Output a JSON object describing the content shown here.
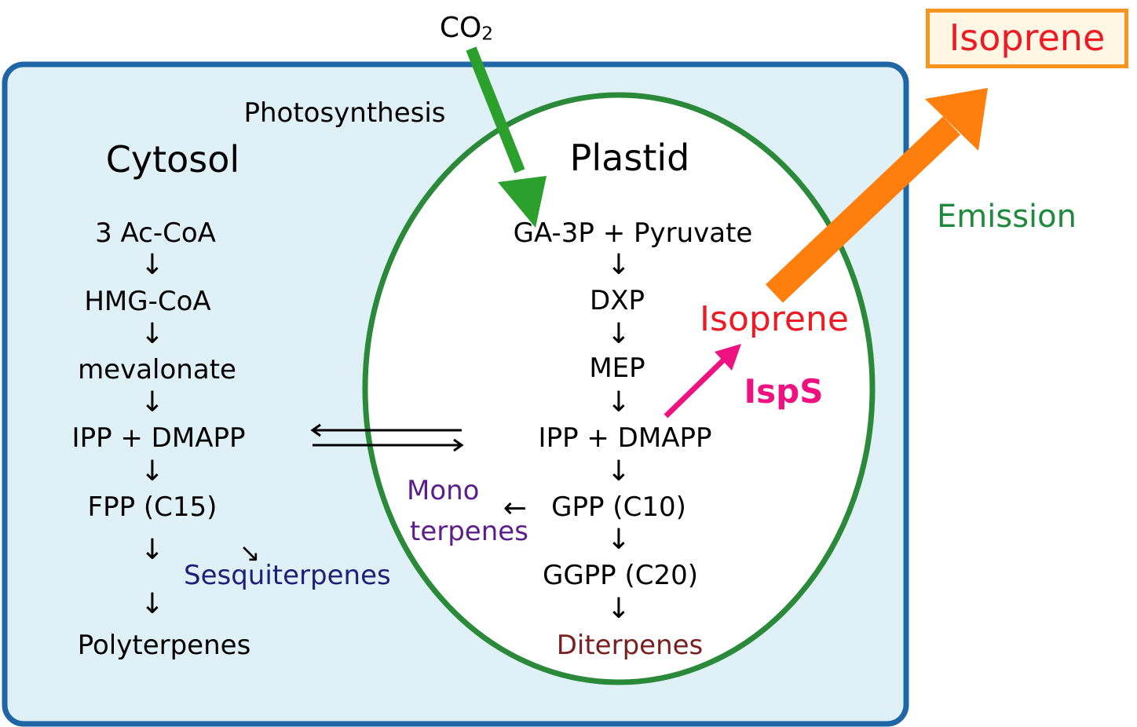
{
  "colors": {
    "cell_fill": "#dff0f7",
    "cell_border": "#1f66a6",
    "plastid_border": "#2a8a3a",
    "co2_arrow": "#2ca02c",
    "emission_arrow": "#ff7f0e",
    "isps_arrow": "#ee1180",
    "isoprene_text": "#ed1c24",
    "isps_text": "#ee1180",
    "emission_text": "#1e8a3c",
    "sesquiterpenes_text": "#1f1f7a",
    "monoterpenes_text": "#5a1e8a",
    "diterpenes_text": "#7a1e1e"
  },
  "labels": {
    "co2_main": "CO",
    "co2_sub": "2",
    "photosynthesis": "Photosynthesis",
    "cytosol": "Cytosol",
    "plastid": "Plastid",
    "isoprene_box": "Isoprene",
    "emission": "Emission",
    "isoprene_plastid": "Isoprene",
    "isps": "IspS"
  },
  "cytosol_pathway": {
    "ac_coa": "3 Ac-CoA",
    "hmg_coa": "HMG-CoA",
    "mevalonate": "mevalonate",
    "ipp_dmapp": "IPP + DMAPP",
    "fpp": "FPP (C15)",
    "sesquiterpenes": "Sesquiterpenes",
    "polyterpenes": "Polyterpenes"
  },
  "plastid_pathway": {
    "ga3p_pyruvate": "GA-3P + Pyruvate",
    "dxp": "DXP",
    "mep": "MEP",
    "ipp_dmapp": "IPP + DMAPP",
    "gpp": "GPP (C10)",
    "mono": "Mono",
    "terpenes": "terpenes",
    "ggpp": "GGPP (C20)",
    "diterpenes": "Diterpenes"
  },
  "arrows": {
    "down": "↓",
    "left": "←",
    "diag": "↘"
  }
}
